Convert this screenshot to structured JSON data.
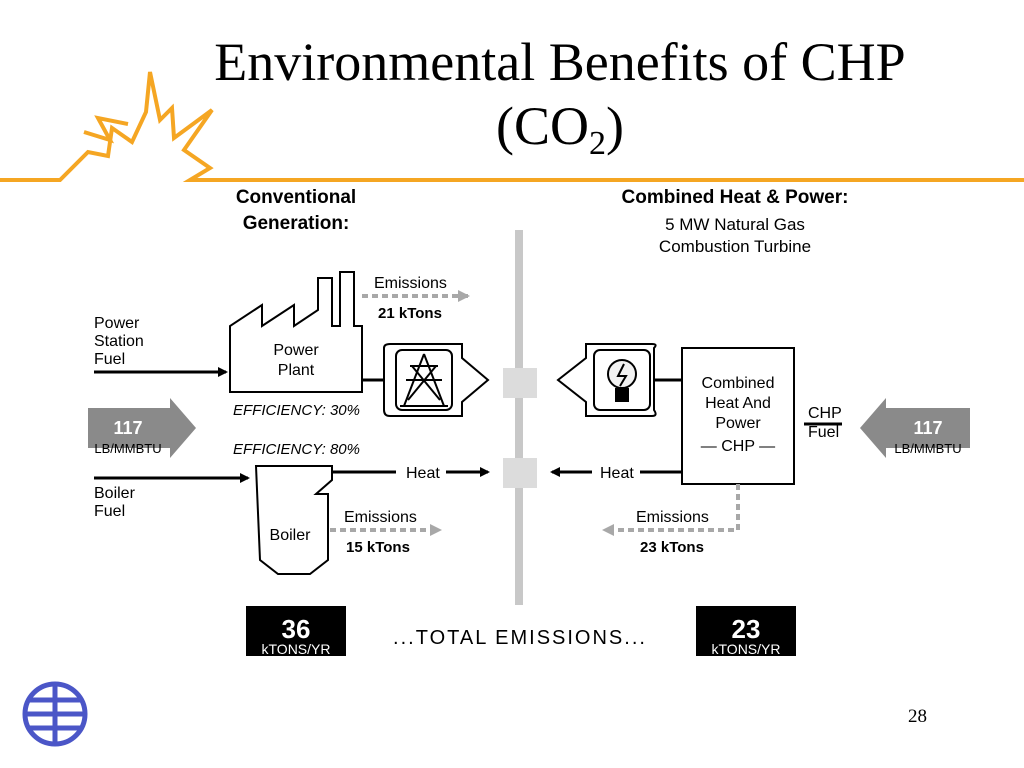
{
  "slide": {
    "title_main": "Environmental Benefits of CHP",
    "title_paren_open": "(CO",
    "title_sub": "2",
    "title_paren_close": ")",
    "page_number": "28",
    "colors": {
      "accent_orange": "#f5a623",
      "logo_blue": "#4b56c7",
      "box_gray": "#8a8a8a"
    }
  },
  "conventional": {
    "header_line1": "Conventional",
    "header_line2": "Generation:",
    "fuel_power_line1": "Power",
    "fuel_power_line2": "Station",
    "fuel_power_line3": "Fuel",
    "fuel_boiler_line1": "Boiler",
    "fuel_boiler_line2": "Fuel",
    "input_value": "117",
    "input_unit": "LB/MMBTU",
    "power_plant_line1": "Power",
    "power_plant_line2": "Plant",
    "plant_emissions_label": "Emissions",
    "plant_emissions_value": "21 kTons",
    "efficiency_power": "EFFICIENCY: 30%",
    "efficiency_boiler": "EFFICIENCY: 80%",
    "boiler_label": "Boiler",
    "heat_label": "Heat",
    "boiler_emissions_label": "Emissions",
    "boiler_emissions_value": "15 kTons",
    "total_value": "36",
    "total_unit": "kTONS/YR"
  },
  "chp": {
    "header": "Combined Heat & Power:",
    "subheader_line1": "5 MW Natural Gas",
    "subheader_line2": "Combustion Turbine",
    "box_line1": "Combined",
    "box_line2": "Heat And",
    "box_line3": "Power",
    "box_line4": "— CHP —",
    "fuel_line1": "CHP",
    "fuel_line2": "Fuel",
    "input_value": "117",
    "input_unit": "LB/MMBTU",
    "heat_label": "Heat",
    "emissions_label": "Emissions",
    "emissions_value": "23 kTons",
    "total_value": "23",
    "total_unit": "kTONS/YR"
  },
  "total_emissions_label": "...TOTAL EMISSIONS..."
}
